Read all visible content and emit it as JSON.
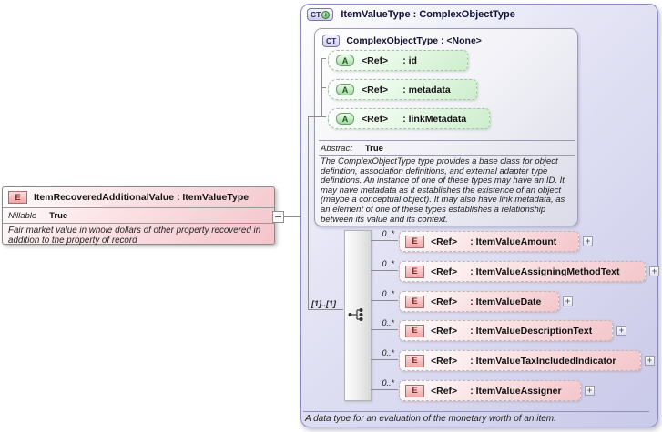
{
  "colors": {
    "element_accent": "#f1a6a6",
    "attribute_accent": "#9bdb9b",
    "complex_type_accent": "#ccccea",
    "connector": "#8c8c8c"
  },
  "icons": {
    "element": "E-element-icon",
    "attribute": "A-attribute-icon",
    "complex_type": "CT-complex-type-icon",
    "derived_complex_type": "CT-plus-derived-icon",
    "collapse": "minus-box-icon",
    "expand": "plus-box-icon",
    "sequence": "sequence-model-icon"
  },
  "diagram": {
    "left_element": {
      "icon_label": "E",
      "title": "ItemRecoveredAdditionalValue : ItemValueType",
      "facet": {
        "name": "Nillable",
        "value": "True"
      },
      "documentation": "Fair market value in whole dollars of other property recovered in addition to the property of record"
    },
    "type_box": {
      "icon_label": "CT",
      "title": "ItemValueType : ComplexObjectType",
      "documentation": "A data type for an evaluation of the monetary worth of an item.",
      "base": {
        "icon_label": "CT",
        "title": "ComplexObjectType : <None>",
        "attributes": [
          {
            "icon_label": "A",
            "ref_label": "<Ref>",
            "name_label": ": id"
          },
          {
            "icon_label": "A",
            "ref_label": "<Ref>",
            "name_label": ": metadata"
          },
          {
            "icon_label": "A",
            "ref_label": "<Ref>",
            "name_label": ": linkMetadata"
          }
        ],
        "facet": {
          "name": "Abstract",
          "value": "True"
        },
        "documentation": "The ComplexObjectType type provides a base class for object definition, association definitions, and external adapter type definitions. An instance of one of these types may have an ID. It may have metadata as it establishes the existence of an object (maybe a conceptual object). It may also have link metadata, as an element of one of these types establishes a relationship between its value and its context."
      },
      "content_model": {
        "cardinality_label": "[1]..[1]",
        "elements": [
          {
            "icon_label": "E",
            "ref_label": "<Ref>",
            "name_label": ": ItemValueAmount",
            "cardinality_label": "0..*"
          },
          {
            "icon_label": "E",
            "ref_label": "<Ref>",
            "name_label": ": ItemValueAssigningMethodText",
            "cardinality_label": "0..*"
          },
          {
            "icon_label": "E",
            "ref_label": "<Ref>",
            "name_label": ": ItemValueDate",
            "cardinality_label": "0..*"
          },
          {
            "icon_label": "E",
            "ref_label": "<Ref>",
            "name_label": ": ItemValueDescriptionText",
            "cardinality_label": "0..*"
          },
          {
            "icon_label": "E",
            "ref_label": "<Ref>",
            "name_label": ": ItemValueTaxIncludedIndicator",
            "cardinality_label": "0..*"
          },
          {
            "icon_label": "E",
            "ref_label": "<Ref>",
            "name_label": ": ItemValueAssigner",
            "cardinality_label": "0..*"
          }
        ]
      }
    }
  }
}
